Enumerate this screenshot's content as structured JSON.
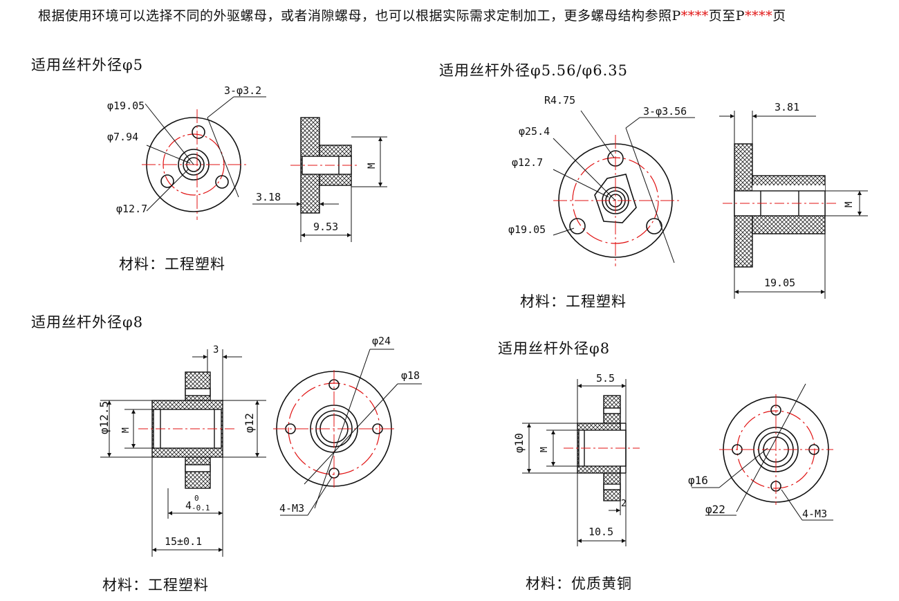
{
  "header_note": {
    "text_before": "根据使用环境可以选择不同的外驱螺母，或者消隙螺母，也可以根据实际需求定制加工，更多螺母结构参照P",
    "mark1": "****",
    "text_mid": "页至P",
    "mark2": "****",
    "text_after": "页",
    "mark_color": "#e01010"
  },
  "colors": {
    "line": "#111111",
    "center_line": "#e01010",
    "hatch": "#222222"
  },
  "panels": [
    {
      "title": "适用丝杆外径φ5",
      "material": "材料：工程塑料",
      "dims": {
        "d_outer": "φ19.05",
        "d_inner": "φ7.94",
        "d_pcd": "φ12.7",
        "holes": "3-φ3.2",
        "flange": "3.18",
        "length": "9.53",
        "thread": "M"
      }
    },
    {
      "title": "适用丝杆外径φ5.56/φ6.35",
      "material": "材料：工程塑料",
      "dims": {
        "radius": "R4.75",
        "holes": "3-φ3.56",
        "d_outer": "φ25.4",
        "d_inner": "φ12.7",
        "d_pcd": "φ19.05",
        "flange": "3.81",
        "length": "19.05",
        "thread": "M"
      }
    },
    {
      "title": "适用丝杆外径φ8",
      "material": "材料：工程塑料",
      "dims": {
        "d_outer": "φ24",
        "d_pcd": "φ18",
        "flange": "3",
        "d_body": "φ12.5",
        "d_boss": "φ12",
        "thread": "M",
        "flange_base": "4",
        "tol_upper": "0",
        "tol_lower": "-0.1",
        "length": "15±0.1",
        "holes": "4-M3"
      }
    },
    {
      "title": "适用丝杆外径φ8",
      "material": "材料：优质黄铜",
      "dims": {
        "flange": "5.5",
        "d_body": "φ10",
        "thread": "M",
        "step": "2",
        "length": "10.5",
        "d_pcd": "φ16",
        "d_outer": "φ22",
        "holes": "4-M3"
      }
    }
  ]
}
